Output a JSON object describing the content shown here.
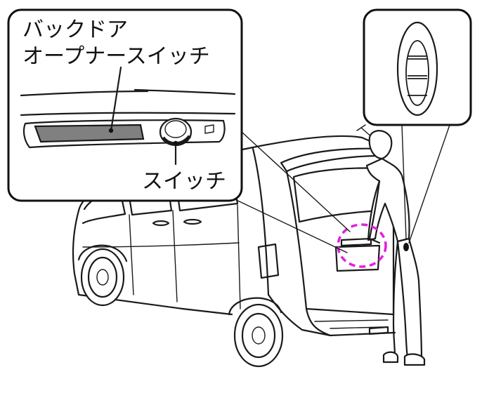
{
  "labels": {
    "back_door_line1": "バックドア",
    "back_door_line2": "オープナースイッチ",
    "switch": "スイッチ"
  },
  "colors": {
    "line": "#1a1a1a",
    "highlight": "#e020e0",
    "handle_fill": "#808080",
    "background": "#ffffff"
  },
  "icons": {
    "key_fob": "smart-key-icon"
  }
}
